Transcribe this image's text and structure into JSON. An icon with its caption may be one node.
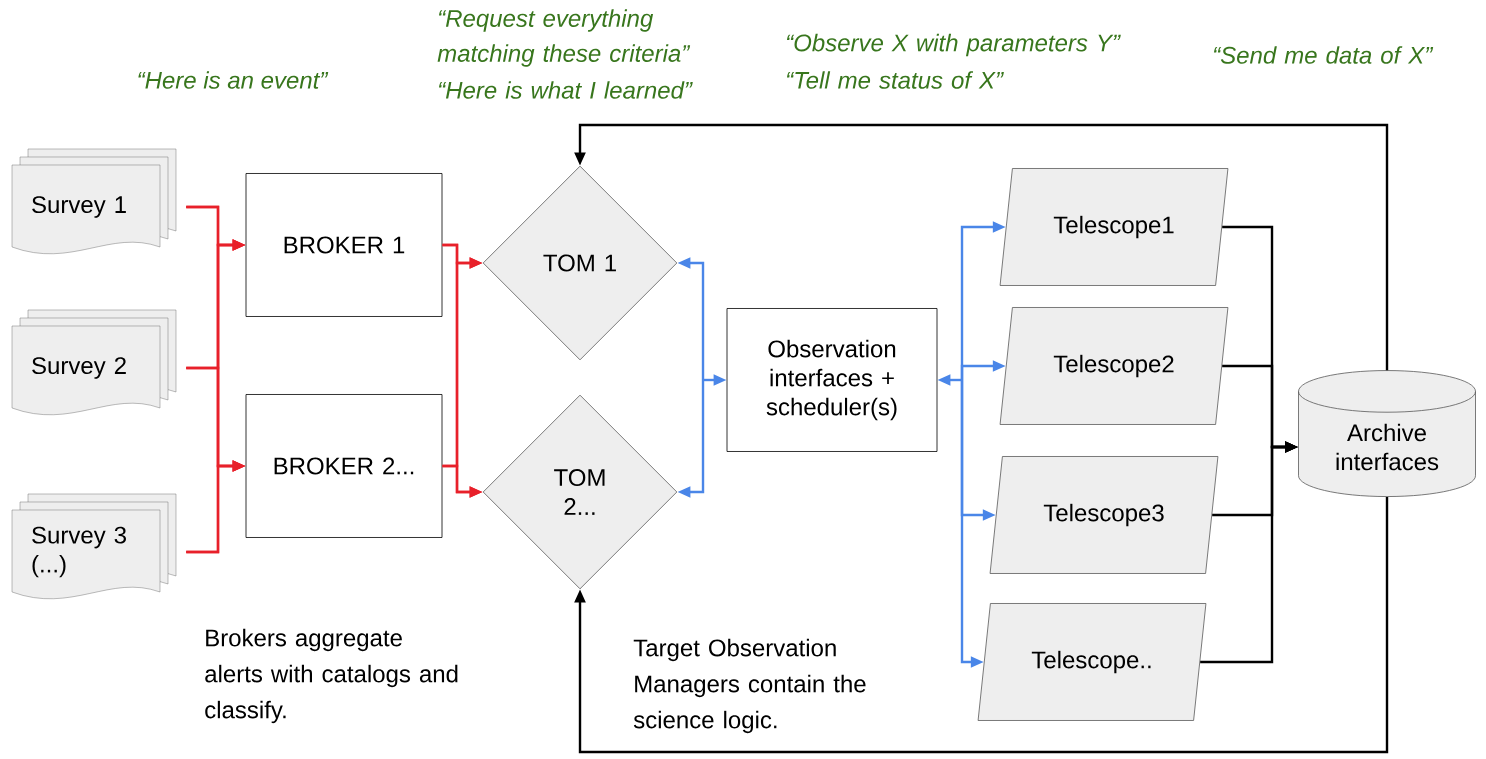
{
  "diagram": {
    "nodes": [
      {
        "text": [
          "Survey 1"
        ]
      },
      {
        "text": [
          "Survey 2"
        ]
      },
      {
        "text": [
          "Survey 3 (...)"
        ]
      },
      {
        "text": [
          "BROKER 1"
        ]
      },
      {
        "text": [
          "BROKER 2..."
        ]
      },
      {
        "text": [
          "TOM 1"
        ]
      },
      {
        "text": [
          "TOM 2..."
        ]
      },
      {
        "text": [
          "Observation interfaces + scheduler(s)"
        ]
      },
      {
        "text": [
          "Telescope1"
        ]
      },
      {
        "text": [
          "Telescope2"
        ]
      },
      {
        "text": [
          "Telescope3"
        ]
      },
      {
        "text": [
          "Telescope.."
        ]
      },
      {
        "text": [
          "Archive interfaces"
        ]
      }
    ],
    "edges": [
      {
        "from": 0,
        "to": 3,
        "arrow": "to"
      },
      {
        "from": 0,
        "to": 4,
        "arrow": "to"
      },
      {
        "from": 1,
        "to": 3,
        "arrow": "to"
      },
      {
        "from": 1,
        "to": 4,
        "arrow": "to"
      },
      {
        "from": 2,
        "to": 3,
        "arrow": "to"
      },
      {
        "from": 2,
        "to": 4,
        "arrow": "to"
      },
      {
        "from": 3,
        "to": 5,
        "arrow": "to"
      },
      {
        "from": 3,
        "to": 6,
        "arrow": "to"
      },
      {
        "from": 4,
        "to": 5,
        "arrow": "to"
      },
      {
        "from": 4,
        "to": 6,
        "arrow": "to"
      },
      {
        "from": 5,
        "to": 7,
        "arrow": "both",
        "color": "#4a86e8"
      },
      {
        "from": 6,
        "to": 7,
        "arrow": "both",
        "color": "#4a86e8"
      },
      {
        "from": 7,
        "to": 8,
        "arrow": "both",
        "color": "#4a86e8"
      },
      {
        "from": 7,
        "to": 9,
        "arrow": "both",
        "color": "#4a86e8"
      },
      {
        "from": 7,
        "to": 10,
        "arrow": "both",
        "color": "#4a86e8"
      },
      {
        "from": 7,
        "to": 11,
        "arrow": "both",
        "color": "#4a86e8"
      },
      {
        "from": 8,
        "to": 12,
        "arrow": "to",
        "color": "#000000"
      },
      {
        "from": 9,
        "to": 12,
        "arrow": "to",
        "color": "#000000"
      },
      {
        "from": 10,
        "to": 12,
        "arrow": "to",
        "color": "#000000"
      },
      {
        "from": 11,
        "to": 12,
        "arrow": "to",
        "color": "#000000"
      },
      {
        "from": 12,
        "to": 5,
        "arrow": "to",
        "color": "#000000"
      },
      {
        "from": 12,
        "to": 6,
        "arrow": "to",
        "color": "#000000"
      }
    ],
    "labels": [
      "“Here is an event”",
      "“Request everything matching these criteria”",
      "“Here is what I learned”",
      "“Observe X with parameters Y”",
      "“Tell me status of X”",
      "“Send me data of X”",
      "Brokers aggregate alerts with catalogs and classify.",
      "Target Observation Managers contain the science logic."
    ]
  }
}
